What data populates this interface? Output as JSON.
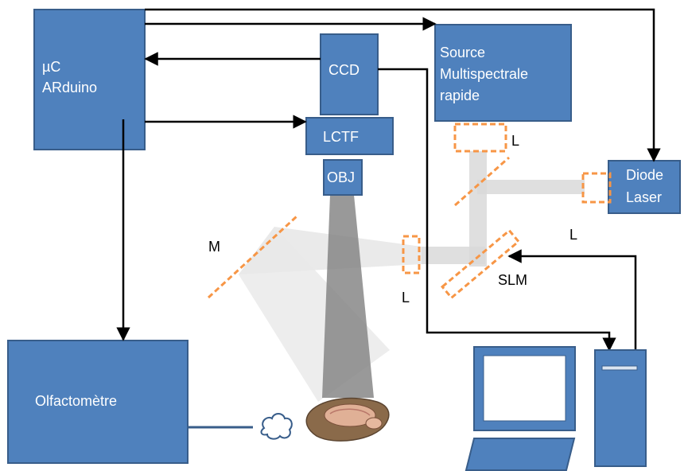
{
  "boxes": {
    "arduino": [
      "µC",
      "ARduino"
    ],
    "ccd": "CCD",
    "lctf": "LCTF",
    "obj": "OBJ",
    "source": [
      "Source",
      "Multispectrale",
      "rapide"
    ],
    "diode": [
      "Diode",
      "Laser"
    ],
    "olfactometre": "Olfactomètre"
  },
  "labels": {
    "mirror": "M",
    "lens_top": "L",
    "lens_right": "L",
    "lens_bottom": "L",
    "slm": "SLM"
  },
  "colors": {
    "box_fill": "#4f81bd",
    "box_stroke": "#385d8a",
    "optics": "#f79646",
    "beam_light": "#d9d9d9",
    "beam_dark": "#7f7f7f"
  },
  "icons": {
    "computer": "desktop-computer-icon",
    "odor": "odor-cloud-icon",
    "mouse": "mouse-brain-icon"
  }
}
